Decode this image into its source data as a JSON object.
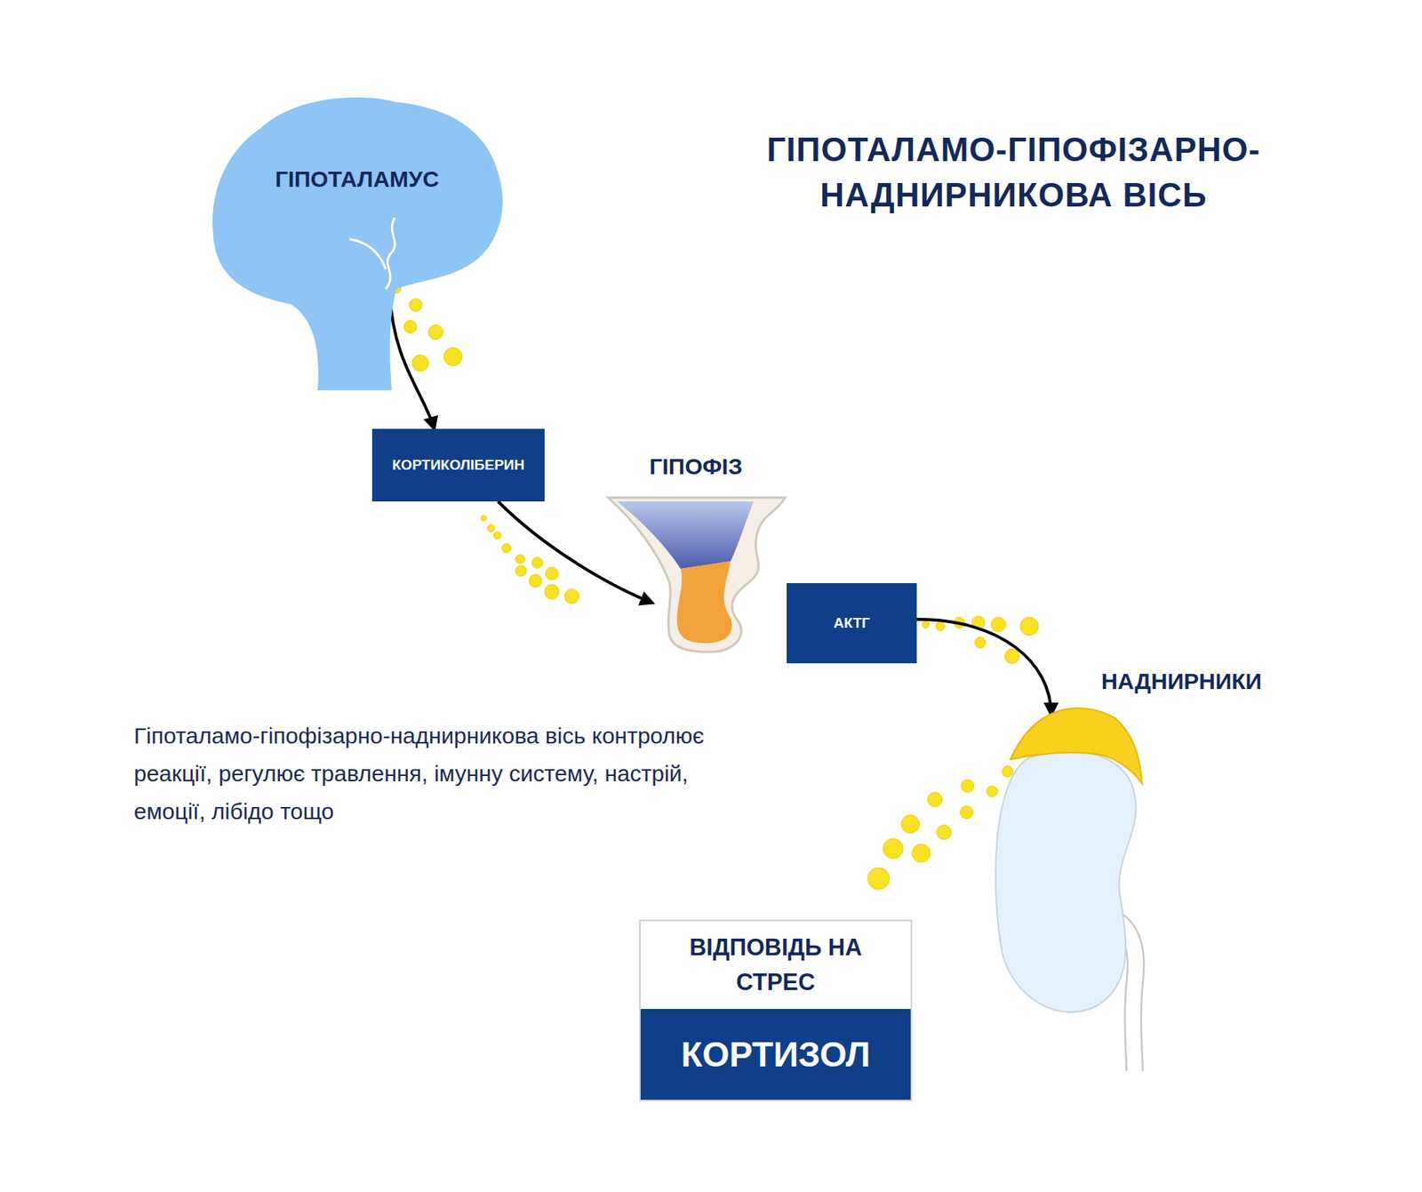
{
  "diagram": {
    "title": "ГІПОТАЛАМО-ГІПОФІЗАРНО- НАДНИРНИКОВА ВІСЬ",
    "nodes": [
      {
        "text": [
          "ГІПОТАЛАМУС"
        ]
      },
      {
        "text": [
          "КОРТИКОЛІБЕРИН"
        ]
      },
      {
        "text": [
          "ГІПОФІЗ"
        ]
      },
      {
        "text": [
          "АКТГ"
        ]
      },
      {
        "text": [
          "НАДНИРНИКИ"
        ]
      },
      {
        "text": [
          "ВІДПОВІДЬ НА СТРЕС",
          "КОРТИЗОЛ"
        ]
      }
    ],
    "edges": [
      {
        "from": 0,
        "to": 1,
        "arrow": "to"
      },
      {
        "from": 1,
        "to": 2,
        "arrow": "to"
      },
      {
        "from": 3,
        "to": 4,
        "arrow": "to"
      }
    ],
    "labels": [
      "Гіпоталамо-гіпофізарно-наднирникова вісь контролює реакції, регулює травлення, імунну систему, настрій, емоції, лібідо тощо"
    ]
  }
}
